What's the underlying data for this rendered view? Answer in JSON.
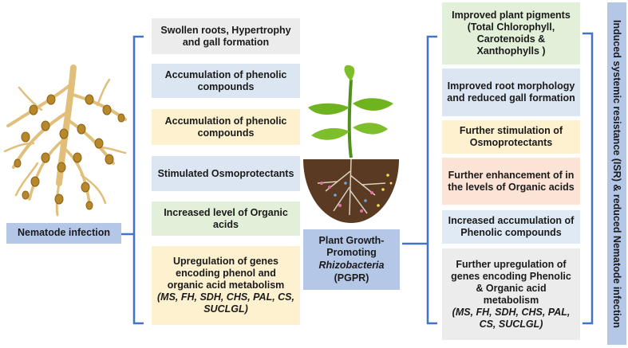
{
  "left_label": "Nematode infection",
  "left_boxes": [
    "Swollen roots, Hypertrophy and gall formation",
    "Accumulation of phenolic compounds",
    "Accumulation of phenolic compounds",
    "Stimulated Osmoprotectants",
    "Increased level of Organic acids",
    {
      "text": "Upregulation of genes encoding phenol and organic acid metabolism",
      "genes": "(MS, FH, SDH, CHS, PAL, CS, SUCLGL)"
    }
  ],
  "center_label": {
    "line1": "Plant Growth-Promoting",
    "italic": "Rhizobacteria",
    "line3": "(PGPR)"
  },
  "right_boxes": [
    "Improved plant pigments (Total Chlorophyll, Carotenoids & Xanthophylls  )",
    "Improved root morphology and reduced gall formation",
    "Further stimulation of Osmoprotectants",
    "Further enhancement of in the levels of Organic acids",
    "Increased accumulation of Phenolic compounds",
    {
      "text": "Further upregulation of genes encoding Phenolic & Organic acid metabolism",
      "genes": "(MS, FH, SDH, CHS, PAL, CS, SUCLGL)"
    }
  ],
  "right_label": "Induced systemic resistance (ISR) & reduced Nematode infection",
  "colors": {
    "bracket": "#4472c4",
    "label_bg": "#b4c7e7"
  }
}
